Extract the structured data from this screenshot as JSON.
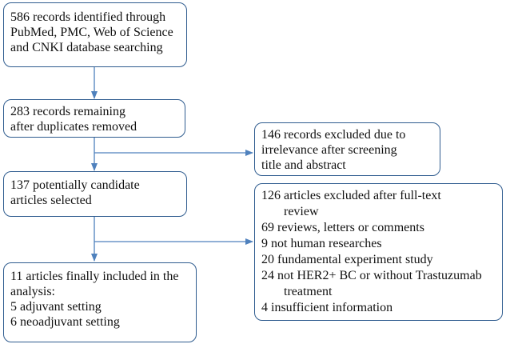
{
  "boxes": {
    "identified": {
      "lines": [
        "586 records identified through",
        "PubMed, PMC, Web of Science",
        "and CNKI database searching"
      ]
    },
    "remaining": {
      "lines": [
        "283 records remaining",
        "after duplicates removed"
      ]
    },
    "excluded_screening": {
      "lines": [
        "146 records excluded due to",
        "irrelevance after screening",
        "title and abstract"
      ]
    },
    "candidates": {
      "lines": [
        "137 potentially candidate",
        "articles selected"
      ]
    },
    "excluded_fulltext": {
      "lines": [
        "126 articles excluded after full-text",
        "review",
        "69 reviews, letters or comments",
        "9 not human researches",
        "20 fundamental experiment study",
        "24 not HER2+ BC or without Trastuzumab",
        "treatment",
        "4 insufficient information"
      ]
    },
    "included": {
      "lines": [
        "11 articles finally included in the",
        "analysis:",
        "5 adjuvant setting",
        "6 neoadjuvant setting"
      ]
    }
  },
  "colors": {
    "border": "#2f5c8f",
    "arrow": "#4f81bd"
  }
}
